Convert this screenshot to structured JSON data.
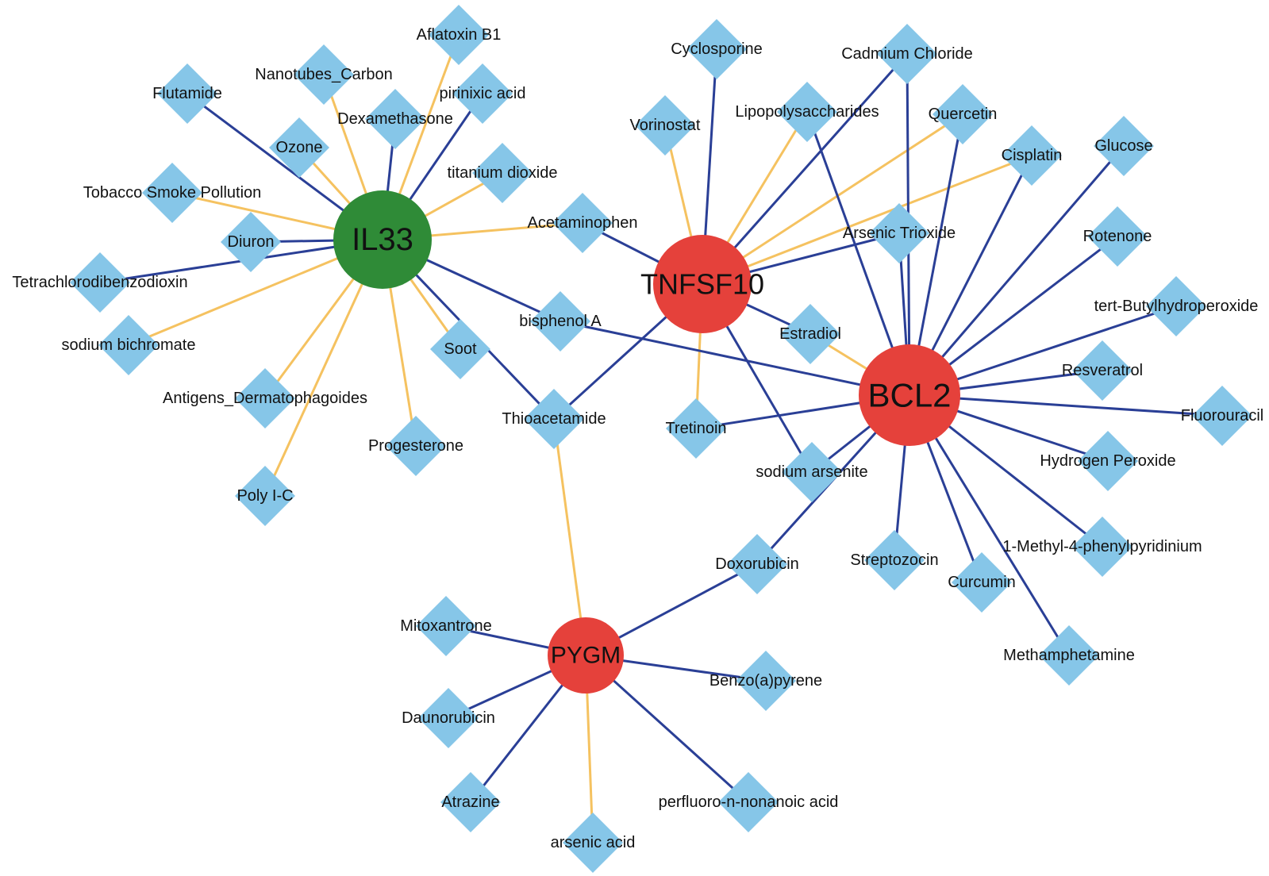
{
  "colors": {
    "decrease_edge": "#2a3f96",
    "increase_edge": "#f5c260",
    "chemical_node": "#86c6e8",
    "gene_il33": "#2f8b37",
    "gene_other": "#e5413b"
  },
  "genes": [
    {
      "id": "IL33",
      "label": "IL33",
      "color": "#2f8b37"
    },
    {
      "id": "TNFSF10",
      "label": "TNFSF10",
      "color": "#e5413b"
    },
    {
      "id": "BCL2",
      "label": "BCL2",
      "color": "#e5413b"
    },
    {
      "id": "PYGM",
      "label": "PYGM",
      "color": "#e5413b"
    }
  ],
  "chemicals": [
    {
      "id": "aflatoxin",
      "label": "Aflatoxin B1"
    },
    {
      "id": "nanotubes",
      "label": "Nanotubes_Carbon"
    },
    {
      "id": "pirinixic",
      "label": "pirinixic acid"
    },
    {
      "id": "flutamide",
      "label": "Flutamide"
    },
    {
      "id": "dexamethasone",
      "label": "Dexamethasone"
    },
    {
      "id": "ozone",
      "label": "Ozone"
    },
    {
      "id": "titanium",
      "label": "titanium dioxide"
    },
    {
      "id": "tobacco",
      "label": "Tobacco Smoke Pollution"
    },
    {
      "id": "diuron",
      "label": "Diuron"
    },
    {
      "id": "tcdd",
      "label": "Tetrachlorodibenzodioxin"
    },
    {
      "id": "bichromate",
      "label": "sodium bichromate"
    },
    {
      "id": "antigens",
      "label": "Antigens_Dermatophagoides"
    },
    {
      "id": "polyic",
      "label": "Poly I-C"
    },
    {
      "id": "progesterone",
      "label": "Progesterone"
    },
    {
      "id": "soot",
      "label": "Soot"
    },
    {
      "id": "acetaminophen",
      "label": "Acetaminophen"
    },
    {
      "id": "bisphenol",
      "label": "bisphenol A"
    },
    {
      "id": "thioacetamide",
      "label": "Thioacetamide"
    },
    {
      "id": "cyclosporine",
      "label": "Cyclosporine"
    },
    {
      "id": "vorinostat",
      "label": "Vorinostat"
    },
    {
      "id": "lps",
      "label": "Lipopolysaccharides"
    },
    {
      "id": "cadmium",
      "label": "Cadmium Chloride"
    },
    {
      "id": "quercetin",
      "label": "Quercetin"
    },
    {
      "id": "cisplatin",
      "label": "Cisplatin"
    },
    {
      "id": "glucose",
      "label": "Glucose"
    },
    {
      "id": "arsenic_trioxide",
      "label": "Arsenic Trioxide"
    },
    {
      "id": "rotenone",
      "label": "Rotenone"
    },
    {
      "id": "tbhp",
      "label": "tert-Butylhydroperoxide"
    },
    {
      "id": "estradiol",
      "label": "Estradiol"
    },
    {
      "id": "resveratrol",
      "label": "Resveratrol"
    },
    {
      "id": "fluorouracil",
      "label": "Fluorouracil"
    },
    {
      "id": "tretinoin",
      "label": "Tretinoin"
    },
    {
      "id": "h2o2",
      "label": "Hydrogen Peroxide"
    },
    {
      "id": "arsenite",
      "label": "sodium arsenite"
    },
    {
      "id": "mpp",
      "label": "1-Methyl-4-phenylpyridinium"
    },
    {
      "id": "streptozocin",
      "label": "Streptozocin"
    },
    {
      "id": "curcumin",
      "label": "Curcumin"
    },
    {
      "id": "doxorubicin",
      "label": "Doxorubicin"
    },
    {
      "id": "methamphetamine",
      "label": "Methamphetamine"
    },
    {
      "id": "mitoxantrone",
      "label": "Mitoxantrone"
    },
    {
      "id": "benzopyrene",
      "label": "Benzo(a)pyrene"
    },
    {
      "id": "daunorubicin",
      "label": "Daunorubicin"
    },
    {
      "id": "atrazine",
      "label": "Atrazine"
    },
    {
      "id": "pfna",
      "label": "perfluoro-n-nonanoic acid"
    },
    {
      "id": "arsenic_acid",
      "label": "arsenic acid"
    }
  ],
  "edges": [
    {
      "source": "IL33",
      "target": "aflatoxin",
      "kind": "increase"
    },
    {
      "source": "IL33",
      "target": "nanotubes",
      "kind": "increase"
    },
    {
      "source": "IL33",
      "target": "pirinixic",
      "kind": "decrease"
    },
    {
      "source": "IL33",
      "target": "flutamide",
      "kind": "decrease"
    },
    {
      "source": "IL33",
      "target": "dexamethasone",
      "kind": "decrease"
    },
    {
      "source": "IL33",
      "target": "ozone",
      "kind": "increase"
    },
    {
      "source": "IL33",
      "target": "titanium",
      "kind": "increase"
    },
    {
      "source": "IL33",
      "target": "tobacco",
      "kind": "increase"
    },
    {
      "source": "IL33",
      "target": "diuron",
      "kind": "decrease"
    },
    {
      "source": "IL33",
      "target": "tcdd",
      "kind": "decrease"
    },
    {
      "source": "IL33",
      "target": "bichromate",
      "kind": "increase"
    },
    {
      "source": "IL33",
      "target": "antigens",
      "kind": "increase"
    },
    {
      "source": "IL33",
      "target": "polyic",
      "kind": "increase"
    },
    {
      "source": "IL33",
      "target": "progesterone",
      "kind": "increase"
    },
    {
      "source": "IL33",
      "target": "soot",
      "kind": "increase"
    },
    {
      "source": "IL33",
      "target": "acetaminophen",
      "kind": "increase"
    },
    {
      "source": "IL33",
      "target": "bisphenol",
      "kind": "decrease"
    },
    {
      "source": "IL33",
      "target": "thioacetamide",
      "kind": "decrease"
    },
    {
      "source": "TNFSF10",
      "target": "acetaminophen",
      "kind": "decrease"
    },
    {
      "source": "TNFSF10",
      "target": "thioacetamide",
      "kind": "decrease"
    },
    {
      "source": "TNFSF10",
      "target": "cyclosporine",
      "kind": "decrease"
    },
    {
      "source": "TNFSF10",
      "target": "vorinostat",
      "kind": "increase"
    },
    {
      "source": "TNFSF10",
      "target": "lps",
      "kind": "increase"
    },
    {
      "source": "TNFSF10",
      "target": "cadmium",
      "kind": "decrease"
    },
    {
      "source": "TNFSF10",
      "target": "quercetin",
      "kind": "increase"
    },
    {
      "source": "TNFSF10",
      "target": "cisplatin",
      "kind": "increase"
    },
    {
      "source": "TNFSF10",
      "target": "arsenic_trioxide",
      "kind": "decrease"
    },
    {
      "source": "TNFSF10",
      "target": "estradiol",
      "kind": "decrease"
    },
    {
      "source": "TNFSF10",
      "target": "tretinoin",
      "kind": "increase"
    },
    {
      "source": "TNFSF10",
      "target": "arsenite",
      "kind": "decrease"
    },
    {
      "source": "BCL2",
      "target": "bisphenol",
      "kind": "decrease"
    },
    {
      "source": "BCL2",
      "target": "lps",
      "kind": "decrease"
    },
    {
      "source": "BCL2",
      "target": "cadmium",
      "kind": "decrease"
    },
    {
      "source": "BCL2",
      "target": "quercetin",
      "kind": "decrease"
    },
    {
      "source": "BCL2",
      "target": "cisplatin",
      "kind": "decrease"
    },
    {
      "source": "BCL2",
      "target": "glucose",
      "kind": "decrease"
    },
    {
      "source": "BCL2",
      "target": "arsenic_trioxide",
      "kind": "decrease"
    },
    {
      "source": "BCL2",
      "target": "rotenone",
      "kind": "decrease"
    },
    {
      "source": "BCL2",
      "target": "tbhp",
      "kind": "decrease"
    },
    {
      "source": "BCL2",
      "target": "estradiol",
      "kind": "increase"
    },
    {
      "source": "BCL2",
      "target": "resveratrol",
      "kind": "decrease"
    },
    {
      "source": "BCL2",
      "target": "fluorouracil",
      "kind": "decrease"
    },
    {
      "source": "BCL2",
      "target": "tretinoin",
      "kind": "decrease"
    },
    {
      "source": "BCL2",
      "target": "h2o2",
      "kind": "decrease"
    },
    {
      "source": "BCL2",
      "target": "arsenite",
      "kind": "decrease"
    },
    {
      "source": "BCL2",
      "target": "mpp",
      "kind": "decrease"
    },
    {
      "source": "BCL2",
      "target": "streptozocin",
      "kind": "decrease"
    },
    {
      "source": "BCL2",
      "target": "curcumin",
      "kind": "decrease"
    },
    {
      "source": "BCL2",
      "target": "doxorubicin",
      "kind": "decrease"
    },
    {
      "source": "BCL2",
      "target": "methamphetamine",
      "kind": "decrease"
    },
    {
      "source": "PYGM",
      "target": "thioacetamide",
      "kind": "increase"
    },
    {
      "source": "PYGM",
      "target": "doxorubicin",
      "kind": "decrease"
    },
    {
      "source": "PYGM",
      "target": "mitoxantrone",
      "kind": "decrease"
    },
    {
      "source": "PYGM",
      "target": "benzopyrene",
      "kind": "decrease"
    },
    {
      "source": "PYGM",
      "target": "daunorubicin",
      "kind": "decrease"
    },
    {
      "source": "PYGM",
      "target": "atrazine",
      "kind": "decrease"
    },
    {
      "source": "PYGM",
      "target": "pfna",
      "kind": "decrease"
    },
    {
      "source": "PYGM",
      "target": "arsenic_acid",
      "kind": "increase"
    }
  ]
}
